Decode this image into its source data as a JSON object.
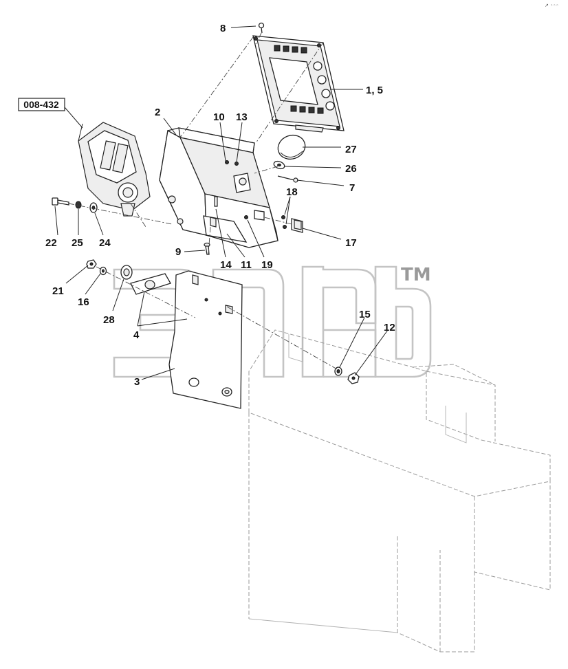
{
  "corner_mark": "↗ ◦◦◦",
  "reference_box": {
    "label": "008-432"
  },
  "watermark": {
    "tm": "TM"
  },
  "callouts": [
    {
      "id": "c8",
      "text": "8"
    },
    {
      "id": "c15a",
      "text": "1, 5"
    },
    {
      "id": "c2",
      "text": "2"
    },
    {
      "id": "c10",
      "text": "10"
    },
    {
      "id": "c13",
      "text": "13"
    },
    {
      "id": "c27",
      "text": "27"
    },
    {
      "id": "c26",
      "text": "26"
    },
    {
      "id": "c7",
      "text": "7"
    },
    {
      "id": "c18",
      "text": "18"
    },
    {
      "id": "c17",
      "text": "17"
    },
    {
      "id": "c22",
      "text": "22"
    },
    {
      "id": "c25",
      "text": "25"
    },
    {
      "id": "c24",
      "text": "24"
    },
    {
      "id": "c9",
      "text": "9"
    },
    {
      "id": "c14",
      "text": "14"
    },
    {
      "id": "c11",
      "text": "11"
    },
    {
      "id": "c19",
      "text": "19"
    },
    {
      "id": "c21",
      "text": "21"
    },
    {
      "id": "c16",
      "text": "16"
    },
    {
      "id": "c28",
      "text": "28"
    },
    {
      "id": "c4",
      "text": "4"
    },
    {
      "id": "c3",
      "text": "3"
    },
    {
      "id": "c15",
      "text": "15"
    },
    {
      "id": "c12",
      "text": "12"
    }
  ]
}
